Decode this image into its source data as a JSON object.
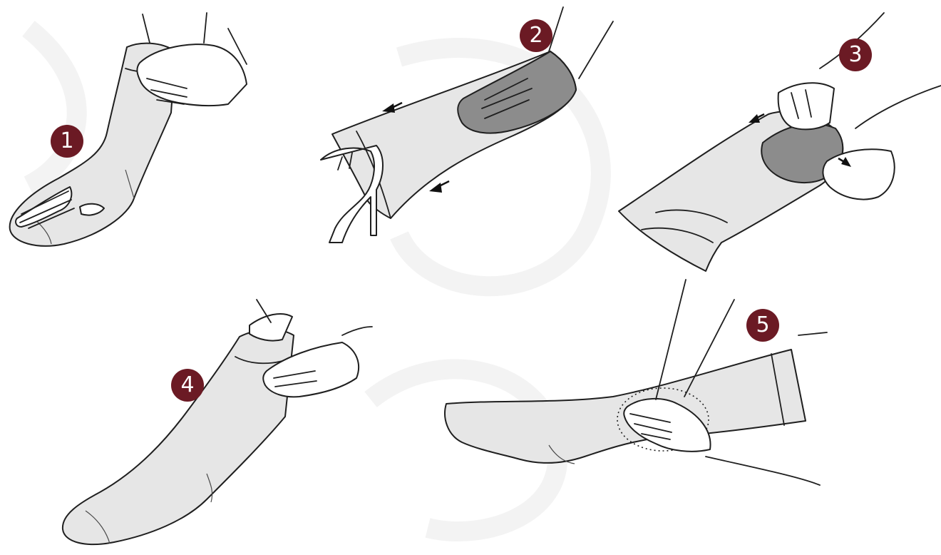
{
  "steps": [
    {
      "number": "1",
      "icon": "pull-sock-onto-toes"
    },
    {
      "number": "2",
      "icon": "turn-sock-inside-out"
    },
    {
      "number": "3",
      "icon": "stretch-heel-pocket"
    },
    {
      "number": "4",
      "icon": "unroll-up-leg"
    },
    {
      "number": "5",
      "icon": "smooth-out-wrinkles"
    }
  ],
  "colors": {
    "badge": "#6b1a24",
    "sock": "#e6e6e6",
    "sock_inside": "#8c8c8c",
    "outline": "#1f1f1f",
    "background": "#ffffff"
  }
}
